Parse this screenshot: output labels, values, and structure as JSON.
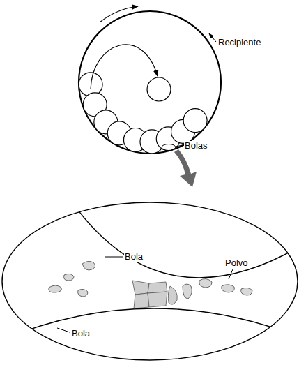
{
  "diagram": {
    "labels": [
      "Recipiente",
      "Bolas",
      "Bola",
      "Polvo",
      "Bola"
    ]
  }
}
